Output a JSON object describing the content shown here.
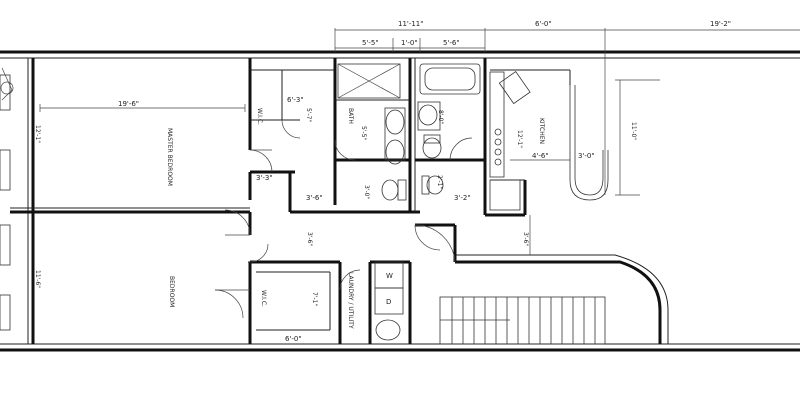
{
  "rooms": {
    "master_bedroom": "MASTER BEDROOM",
    "bedroom": "BEDROOM",
    "wic_master": "W.I.C.",
    "wic_bedroom": "W.I.C.",
    "bath": "BATH",
    "kitchen": "KITCHEN",
    "laundry": "LAUNDRY / UTILITY"
  },
  "appliances": {
    "washer": "W",
    "dryer": "D"
  },
  "dimensions": {
    "top_11_11": "11'-11\"",
    "top_6_0": "6'-0\"",
    "top_19_2": "19'-2\"",
    "top_5_5": "5'-5\"",
    "top_1_0": "1'-0\"",
    "top_5_6": "5'-6\"",
    "master_width": "19'-6\"",
    "master_height": "12'-1\"",
    "wic_6_3": "6'-3\"",
    "wic_5_7": "5'-7\"",
    "bath_5_5": "5'-5\"",
    "bath_8_0": "8'-0\"",
    "kitchen_12_1": "12'-1\"",
    "kitchen_4_6": "4'-6\"",
    "kitchen_3_0": "3'-0\"",
    "kitchen_11_0": "11'-0\"",
    "hall_3_3": "3'-3\"",
    "hall_3_6a": "3'-6\"",
    "hall_3_6b": "3'-6\"",
    "bath_3_0": "3'-0\"",
    "hall_3_2": "3'-2\"",
    "hall_2_1": "2'-1\"",
    "bedroom_height": "11'-6\"",
    "wic_7_1": "7'-1\"",
    "wic_6_0": "6'-0\"",
    "hall_3_6c": "3'-6\""
  }
}
